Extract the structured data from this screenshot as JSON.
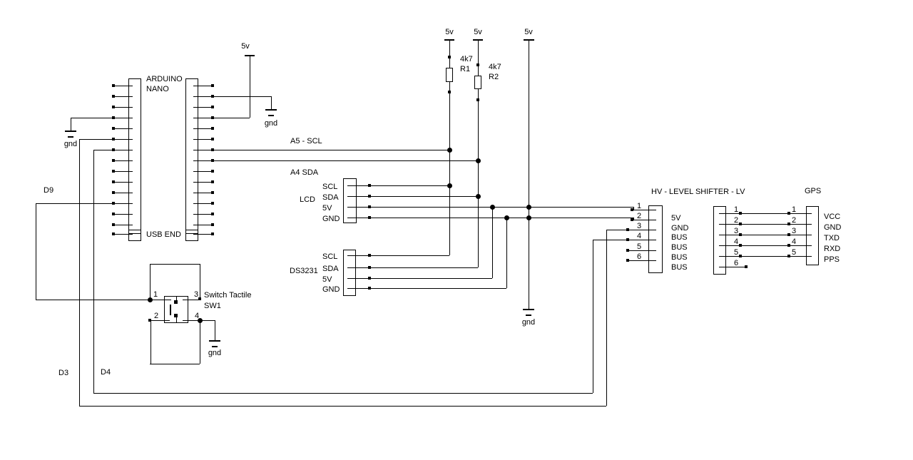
{
  "schematic": {
    "arduino": {
      "title_line1": "ARDUINO",
      "title_line2": "NANO",
      "usb_label": "USB END"
    },
    "power": {
      "rail_label": "5v",
      "ground_label": "gnd"
    },
    "resistors": {
      "r1_value": "4k7",
      "r1_name": "R1",
      "r2_value": "4k7",
      "r2_name": "R2"
    },
    "nets": {
      "a5": "A5 - SCL",
      "a4": "A4 SDA",
      "d9": "D9",
      "d3": "D3",
      "d4": "D4"
    },
    "lcd": {
      "name": "LCD",
      "pins": [
        "SCL",
        "SDA",
        "5V",
        "GND"
      ]
    },
    "ds3231": {
      "name": "DS3231",
      "pins": [
        "SCL",
        "SDA",
        "5V",
        "GND"
      ]
    },
    "level_shifter": {
      "title": "HV - LEVEL SHIFTER - LV",
      "hv_pin_numbers": [
        "1",
        "2",
        "3",
        "4",
        "5",
        "6"
      ],
      "hv_pin_labels": [
        "5V",
        "GND",
        "BUS",
        "BUS",
        "BUS",
        "BUS"
      ],
      "lv_pin_numbers": [
        "1",
        "2",
        "3",
        "4",
        "5",
        "6"
      ]
    },
    "gps": {
      "title": "GPS",
      "pin_numbers": [
        "1",
        "2",
        "3",
        "4",
        "5"
      ],
      "pin_labels": [
        "VCC",
        "GND",
        "TXD",
        "RXD",
        "PPS"
      ]
    },
    "switch": {
      "title": "Switch Tactile",
      "name": "SW1",
      "pin_numbers": {
        "p1": "1",
        "p2": "2",
        "p3": "3",
        "p4": "4"
      }
    }
  }
}
